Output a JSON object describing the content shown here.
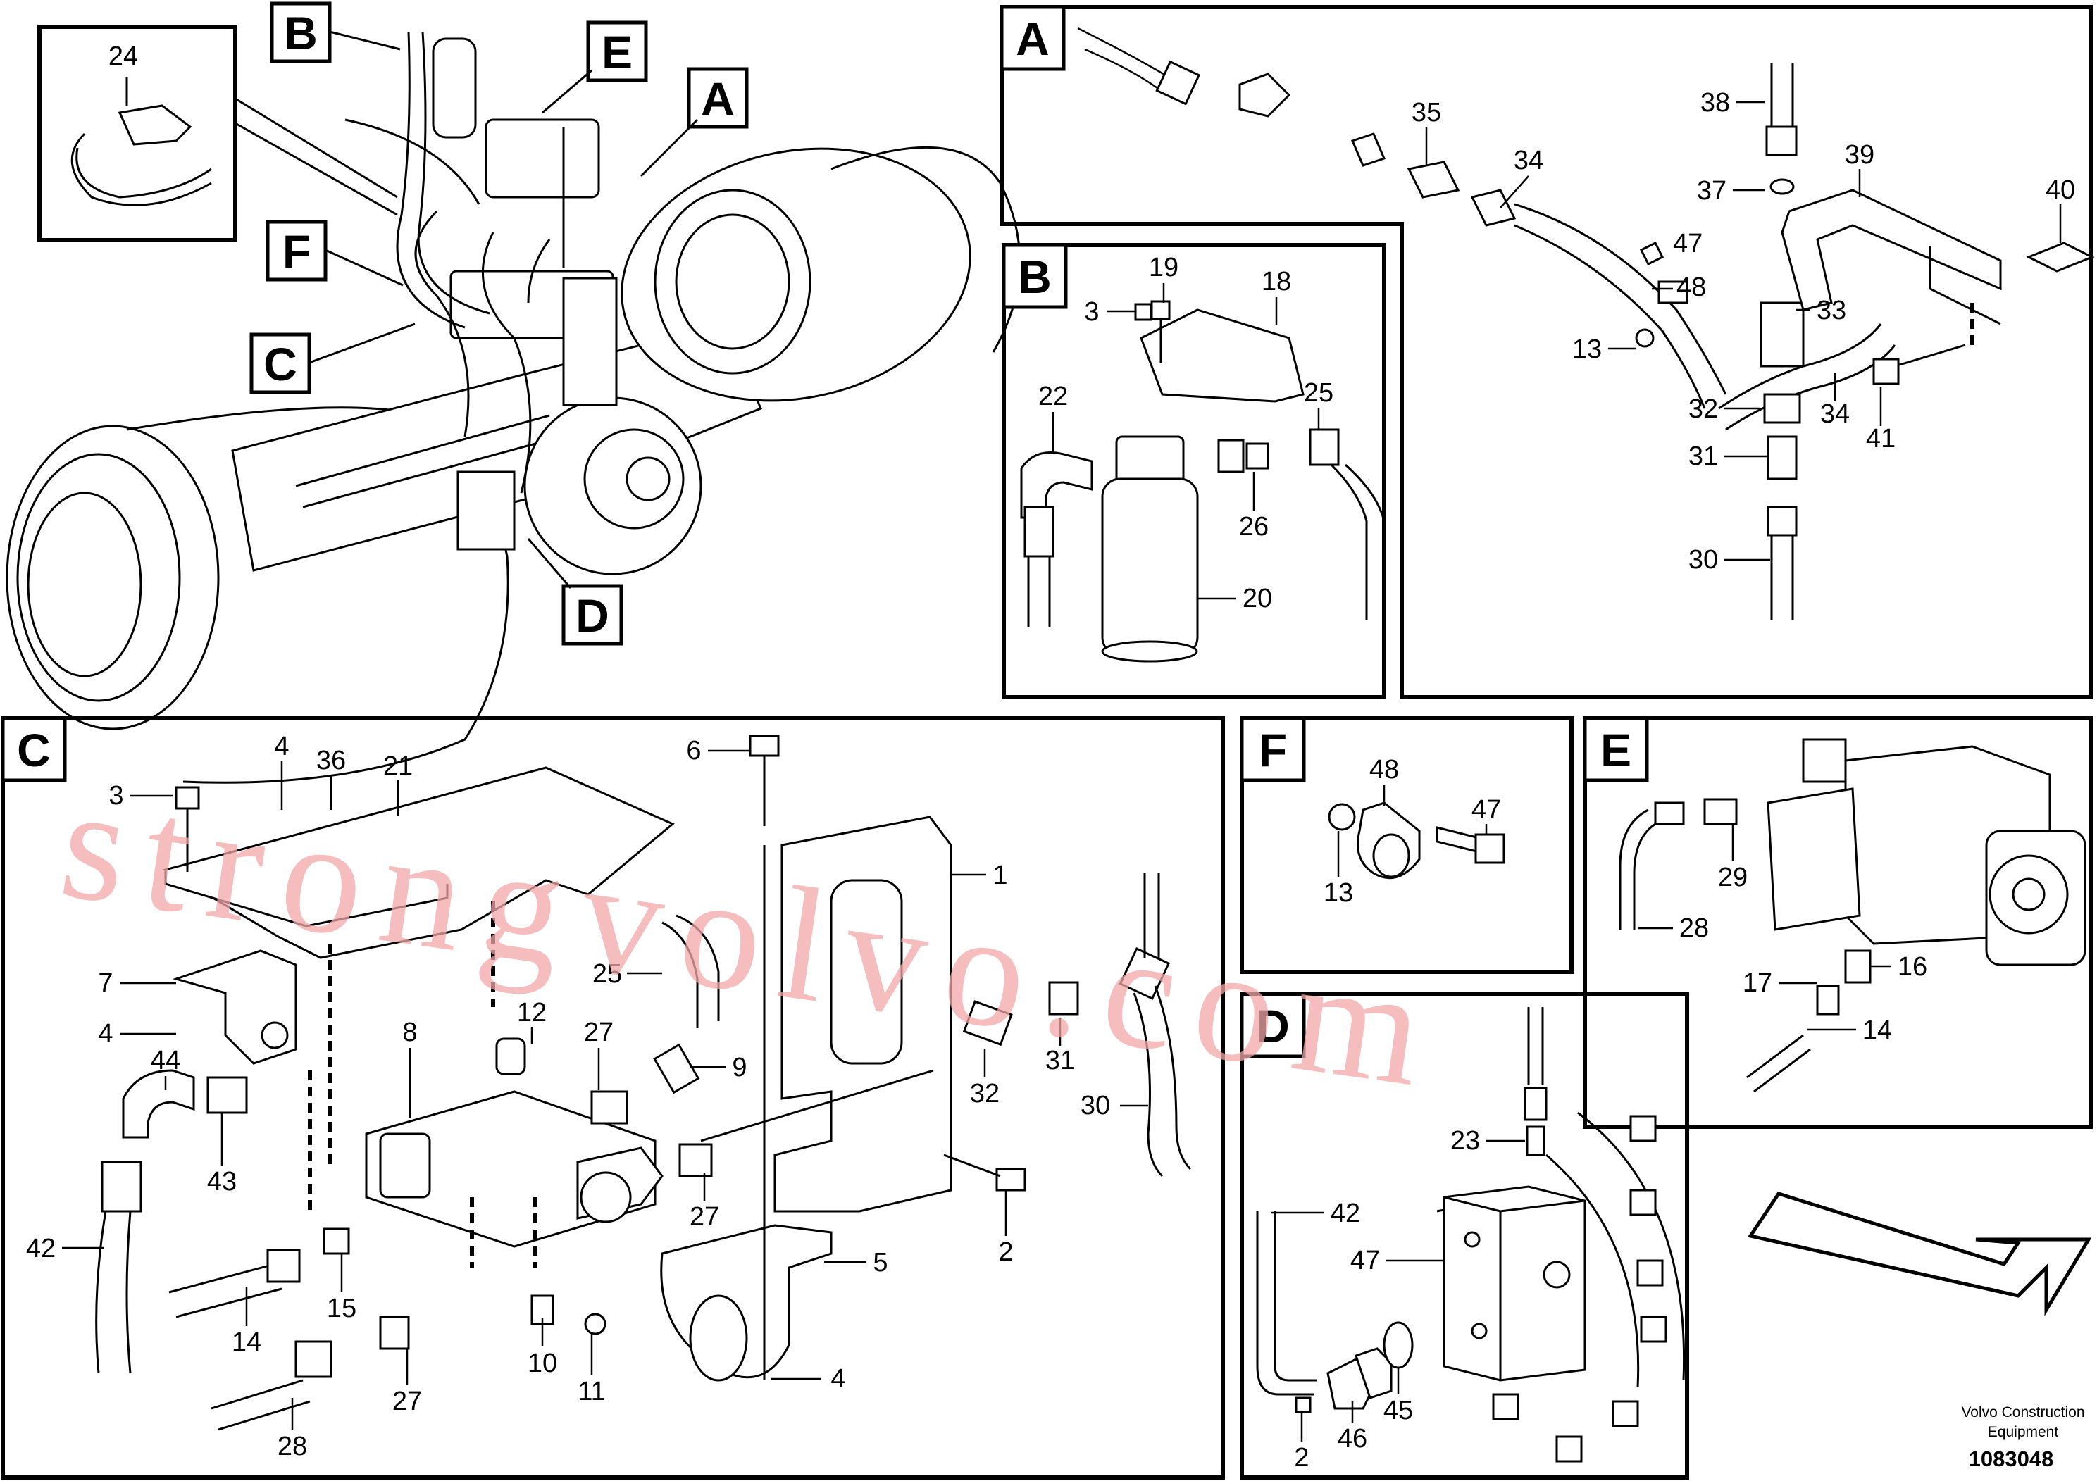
{
  "callouts": {
    "overview": [
      "24",
      "B",
      "E",
      "A",
      "F",
      "C",
      "D"
    ],
    "A": [
      "A",
      "35",
      "34",
      "38",
      "39",
      "37",
      "40",
      "47",
      "48",
      "33",
      "13",
      "32",
      "34",
      "41",
      "31",
      "30"
    ],
    "B": [
      "B",
      "19",
      "18",
      "3",
      "22",
      "25",
      "26",
      "20"
    ],
    "C": [
      "C",
      "3",
      "4",
      "36",
      "21",
      "6",
      "1",
      "25",
      "7",
      "4",
      "12",
      "27",
      "9",
      "8",
      "44",
      "32",
      "31",
      "30",
      "43",
      "27",
      "2",
      "42",
      "5",
      "15",
      "14",
      "10",
      "11",
      "27",
      "4",
      "28"
    ],
    "F": [
      "F",
      "48",
      "47",
      "13"
    ],
    "E": [
      "E",
      "29",
      "28",
      "16",
      "17",
      "14"
    ],
    "D": [
      "D",
      "23",
      "42",
      "47",
      "2",
      "46",
      "45"
    ]
  },
  "watermark": "strongvolvo.com",
  "footer": {
    "brand_line1": "Volvo Construction",
    "brand_line2": "Equipment",
    "ref_number": "1083048"
  },
  "icons": [
    "direction-arrow-icon"
  ],
  "colors": {
    "ink": "#000000",
    "watermark": "#f2a8a8",
    "paper": "#ffffff"
  }
}
